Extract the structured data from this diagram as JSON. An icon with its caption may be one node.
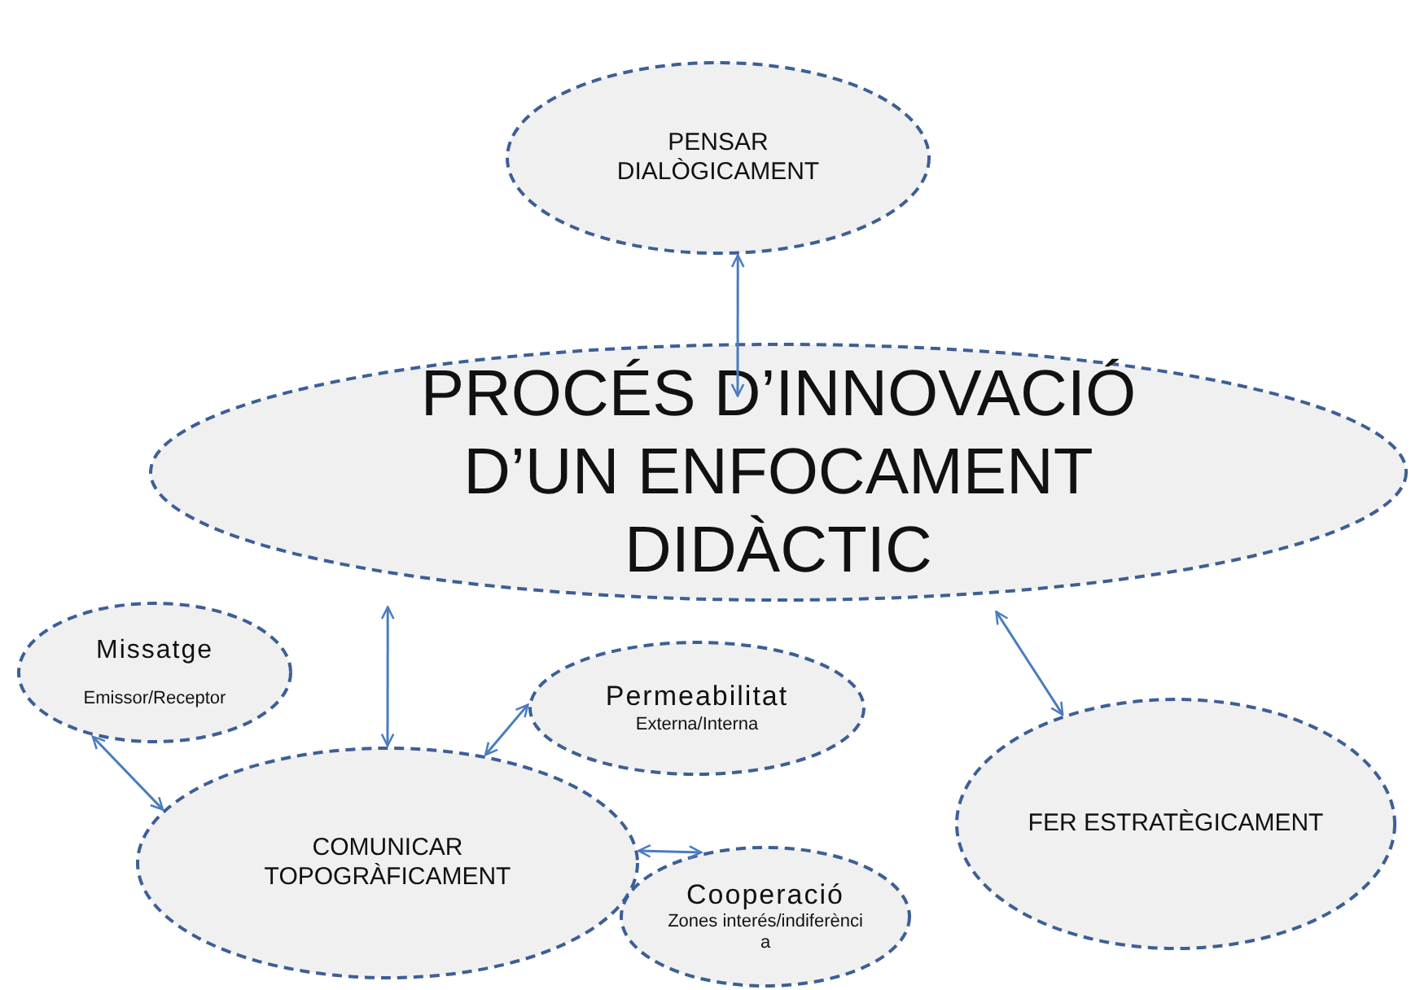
{
  "diagram": {
    "nodes": [
      {
        "text": [
          "PENSAR DIALÒGICAMENT"
        ]
      },
      {
        "text": [
          "PROCÉS D’INNOVACIÓ D’UN ENFOCAMENT DIDÀCTIC"
        ]
      },
      {
        "text": [
          "Missatge",
          "Emissor/Receptor"
        ]
      },
      {
        "text": [
          "Permeabilitat",
          "Externa/Interna"
        ]
      },
      {
        "text": [
          "COMUNICAR TOPOGRÀFICAMENT"
        ]
      },
      {
        "text": [
          "FER ESTRATÈGICAMENT"
        ]
      },
      {
        "text": [
          "Cooperació",
          "Zones interés/indiferència"
        ]
      }
    ],
    "edges": [
      {
        "from": 0,
        "to": 1,
        "arrow": "both"
      },
      {
        "from": 1,
        "to": 4,
        "arrow": "both"
      },
      {
        "from": 1,
        "to": 5,
        "arrow": "both"
      },
      {
        "from": 2,
        "to": 4,
        "arrow": "both"
      },
      {
        "from": 3,
        "to": 4,
        "arrow": "both"
      },
      {
        "from": 4,
        "to": 6,
        "arrow": "both"
      }
    ]
  }
}
